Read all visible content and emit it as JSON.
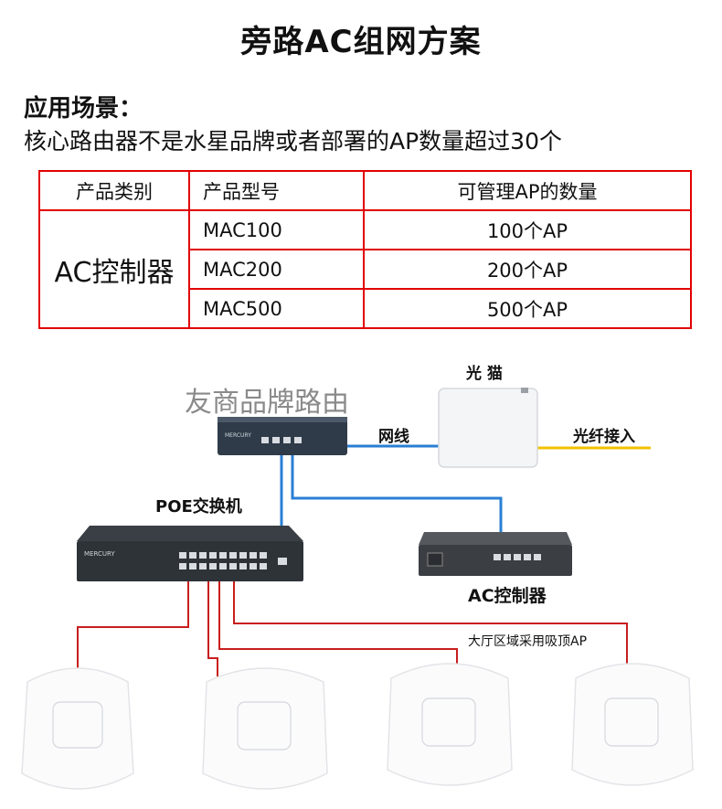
{
  "title": "旁路AC组网方案",
  "scene": {
    "label": "应用场景：",
    "description": "核心路由器不是水星品牌或者部署的AP数量超过30个"
  },
  "table": {
    "headers": [
      "产品类别",
      "产品型号",
      "可管理AP的数量"
    ],
    "category": "AC控制器",
    "rows": [
      {
        "model": "MAC100",
        "capacity": "100个AP"
      },
      {
        "model": "MAC200",
        "capacity": "200个AP"
      },
      {
        "model": "MAC500",
        "capacity": "500个AP"
      }
    ]
  },
  "diagram": {
    "watermark": "友商品牌路由",
    "modem_label": "光 猫",
    "cable_label": "网线",
    "fiber_label": "光纤接入",
    "poe_label": "POE交换机",
    "ac_label": "AC控制器",
    "ap_label": "大厅区域采用吸顶AP",
    "brand": "MERCURY",
    "colors": {
      "red": "#e10000",
      "cable_blue": "#2a7fd4",
      "fiber_yellow": "#f2c200",
      "ap_wire": "#c81e1e"
    },
    "icons": [
      "router-icon",
      "optical-modem-icon",
      "poe-switch-icon",
      "ac-controller-icon",
      "ceiling-ap-icon"
    ]
  }
}
